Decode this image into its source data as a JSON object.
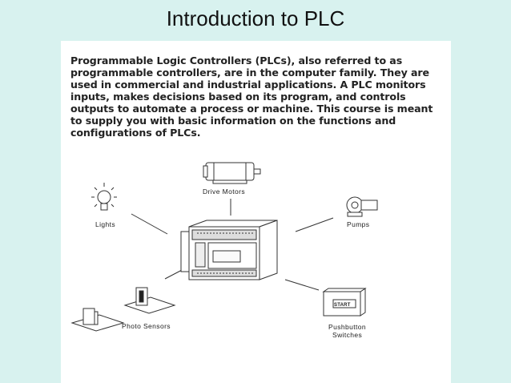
{
  "slide": {
    "title": "Introduction to PLC"
  },
  "intro_text": "Programmable Logic Controllers (PLCs), also referred to as programmable controllers, are in the computer family. They are used in commercial and industrial applications. A PLC monitors inputs, makes decisions based on its program, and controls outputs to automate a process or machine. This course is meant to supply you with basic information on the functions and configurations of PLCs.",
  "diagram": {
    "labels": {
      "drive_motors": "Drive Motors",
      "lights": "Lights",
      "pumps": "Pumps",
      "photo_sensors": "Photo Sensors",
      "pushbutton_line1": "Pushbutton",
      "pushbutton_line2": "Switches",
      "start_button": "START"
    }
  }
}
